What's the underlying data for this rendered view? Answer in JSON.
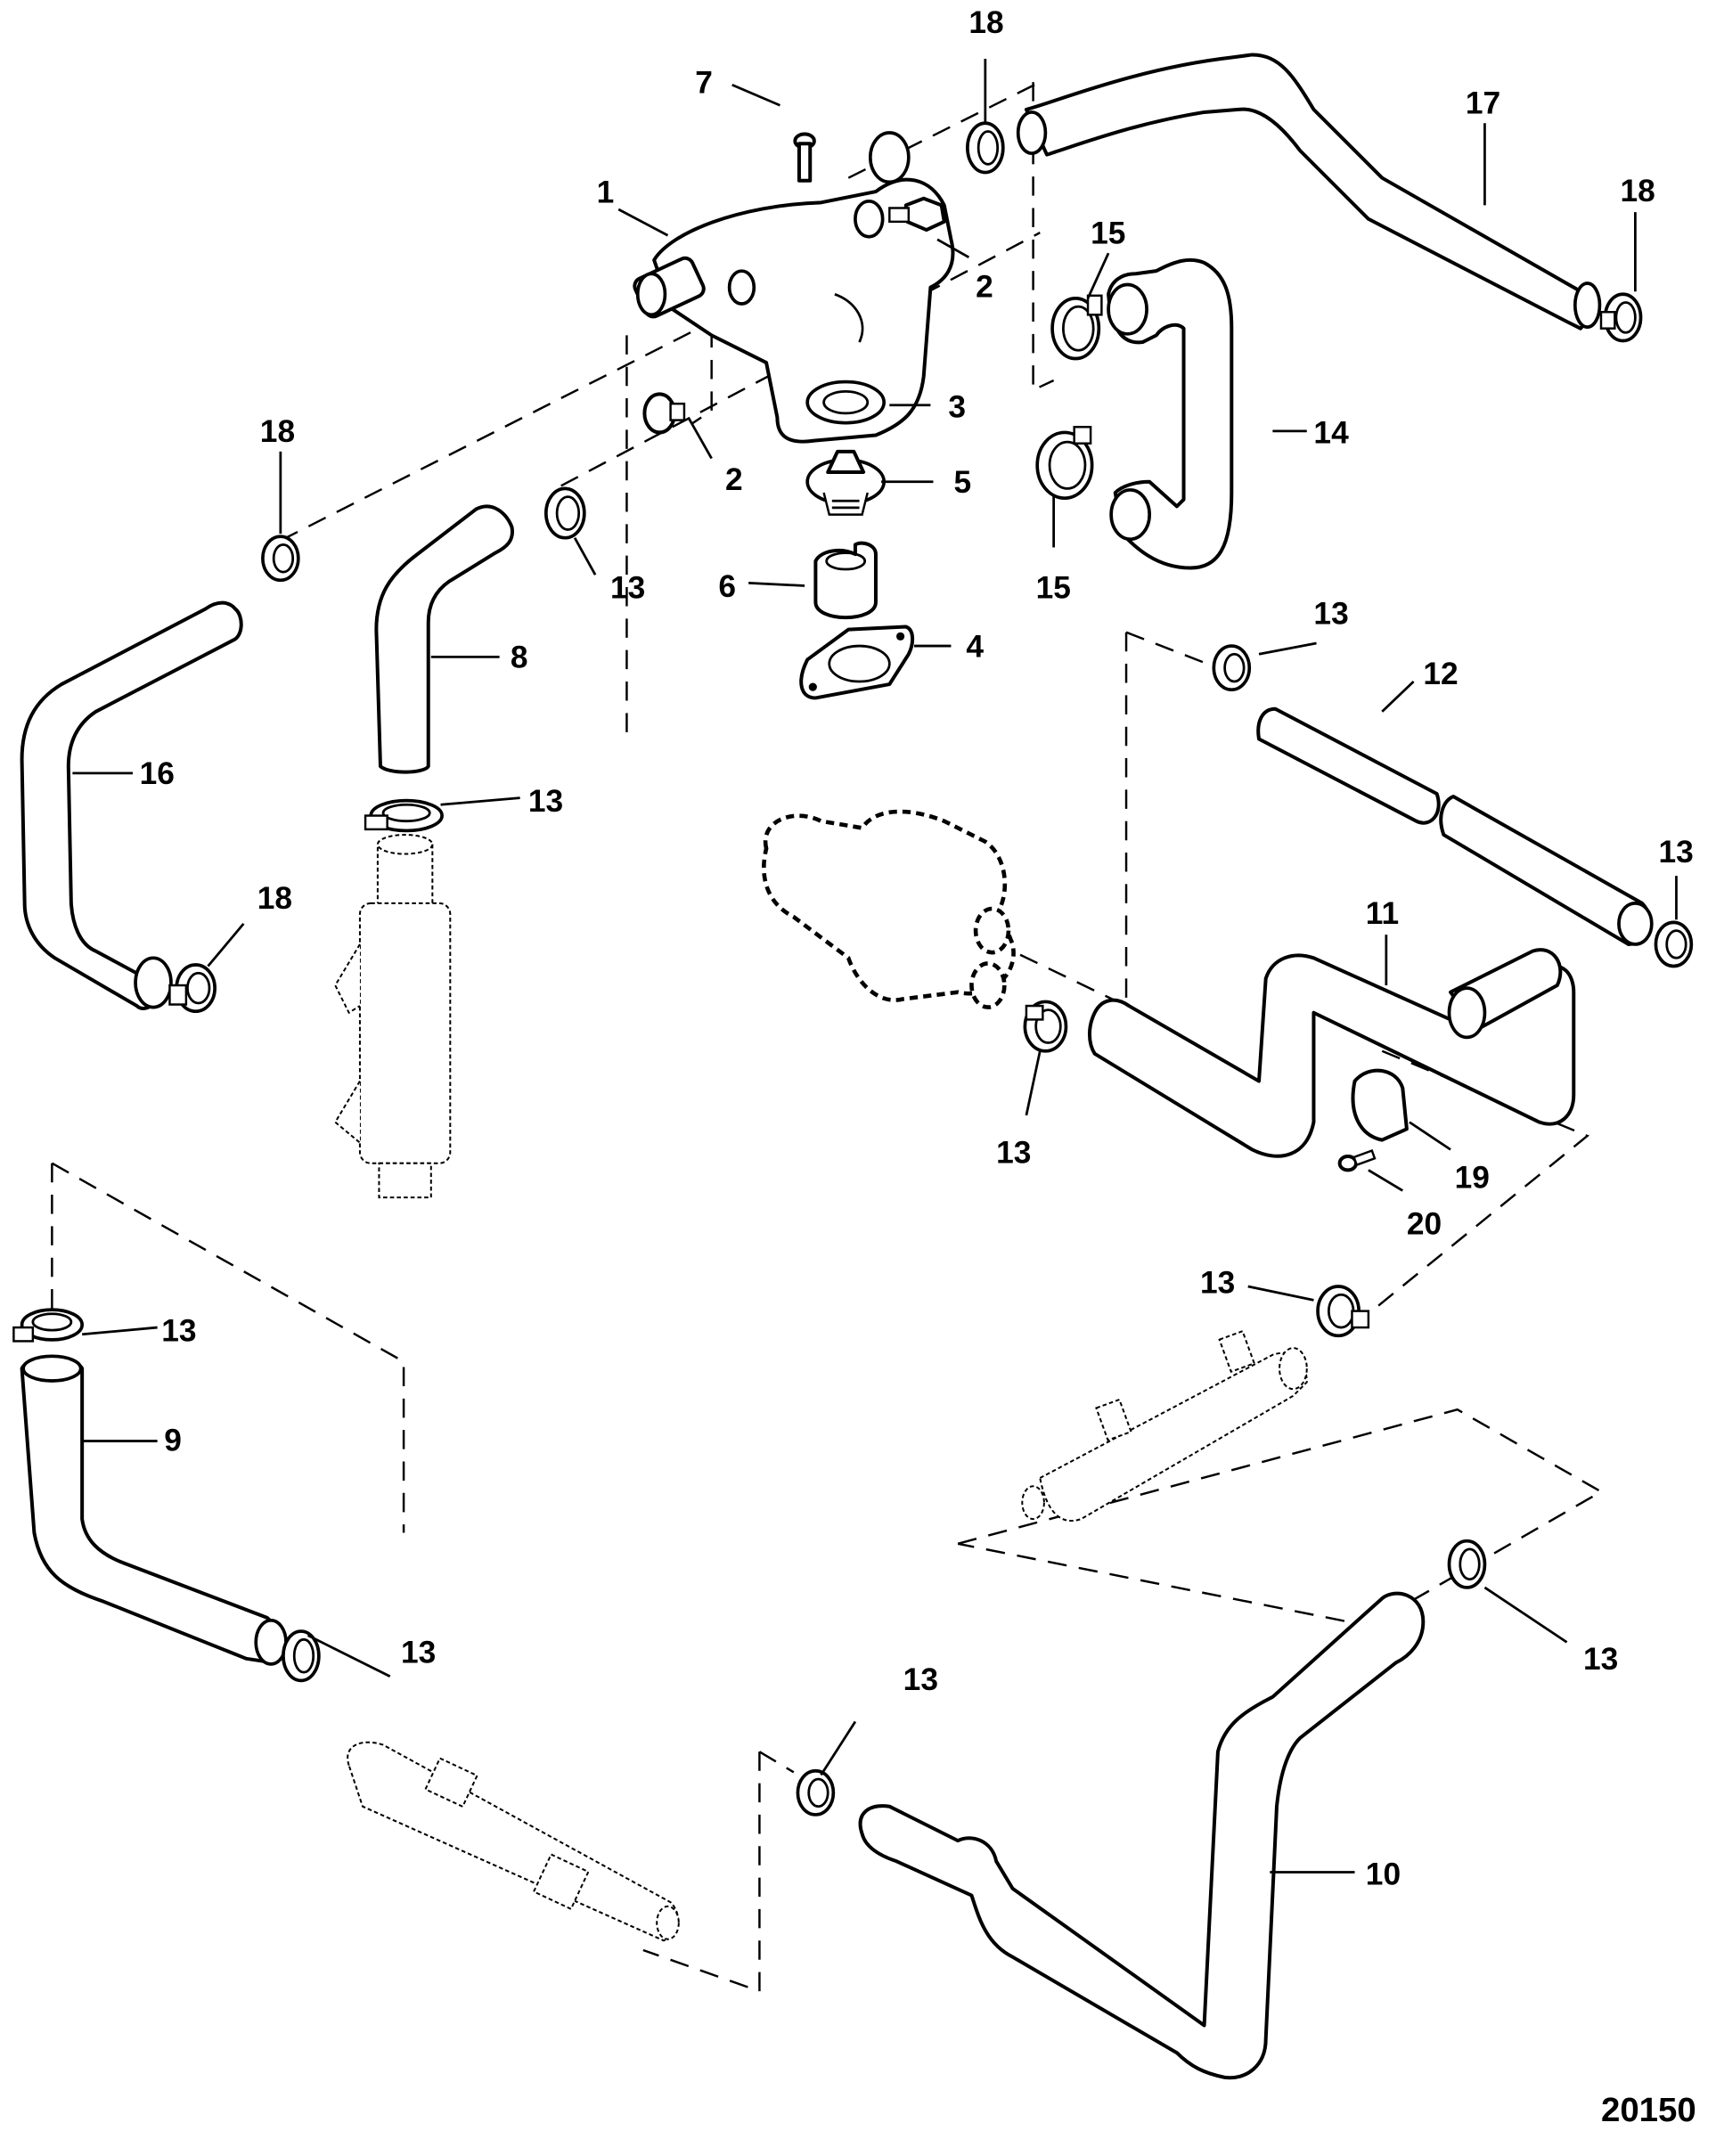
{
  "figure": {
    "title": "Cooling system hoses exploded view",
    "figure_number": "20150"
  },
  "callouts": {
    "c1": "1",
    "c2a": "2",
    "c2b": "2",
    "c3": "3",
    "c4": "4",
    "c5": "5",
    "c6": "6",
    "c7": "7",
    "c8": "8",
    "c9": "9",
    "c10": "10",
    "c11": "11",
    "c12": "12",
    "c13a": "13",
    "c13b": "13",
    "c13c": "13",
    "c13d": "13",
    "c13e": "13",
    "c13f": "13",
    "c13g": "13",
    "c13h": "13",
    "c13i": "13",
    "c13j": "13",
    "c14": "14",
    "c15a": "15",
    "c15b": "15",
    "c16": "16",
    "c17": "17",
    "c18a": "18",
    "c18b": "18",
    "c18c": "18",
    "c18d": "18",
    "c19": "19",
    "c20": "20"
  },
  "parts": [
    {
      "ref": "1",
      "name": "thermostat housing"
    },
    {
      "ref": "2",
      "name": "plug"
    },
    {
      "ref": "3",
      "name": "seal"
    },
    {
      "ref": "4",
      "name": "gasket"
    },
    {
      "ref": "5",
      "name": "thermostat"
    },
    {
      "ref": "6",
      "name": "sleeve"
    },
    {
      "ref": "7",
      "name": "screw"
    },
    {
      "ref": "8",
      "name": "hose"
    },
    {
      "ref": "9",
      "name": "hose"
    },
    {
      "ref": "10",
      "name": "hose"
    },
    {
      "ref": "11",
      "name": "hose"
    },
    {
      "ref": "12",
      "name": "hose"
    },
    {
      "ref": "13",
      "name": "hose clamp"
    },
    {
      "ref": "14",
      "name": "hose"
    },
    {
      "ref": "15",
      "name": "hose clamp"
    },
    {
      "ref": "16",
      "name": "hose"
    },
    {
      "ref": "17",
      "name": "hose"
    },
    {
      "ref": "18",
      "name": "hose clamp"
    },
    {
      "ref": "19",
      "name": "bracket"
    },
    {
      "ref": "20",
      "name": "screw"
    }
  ]
}
